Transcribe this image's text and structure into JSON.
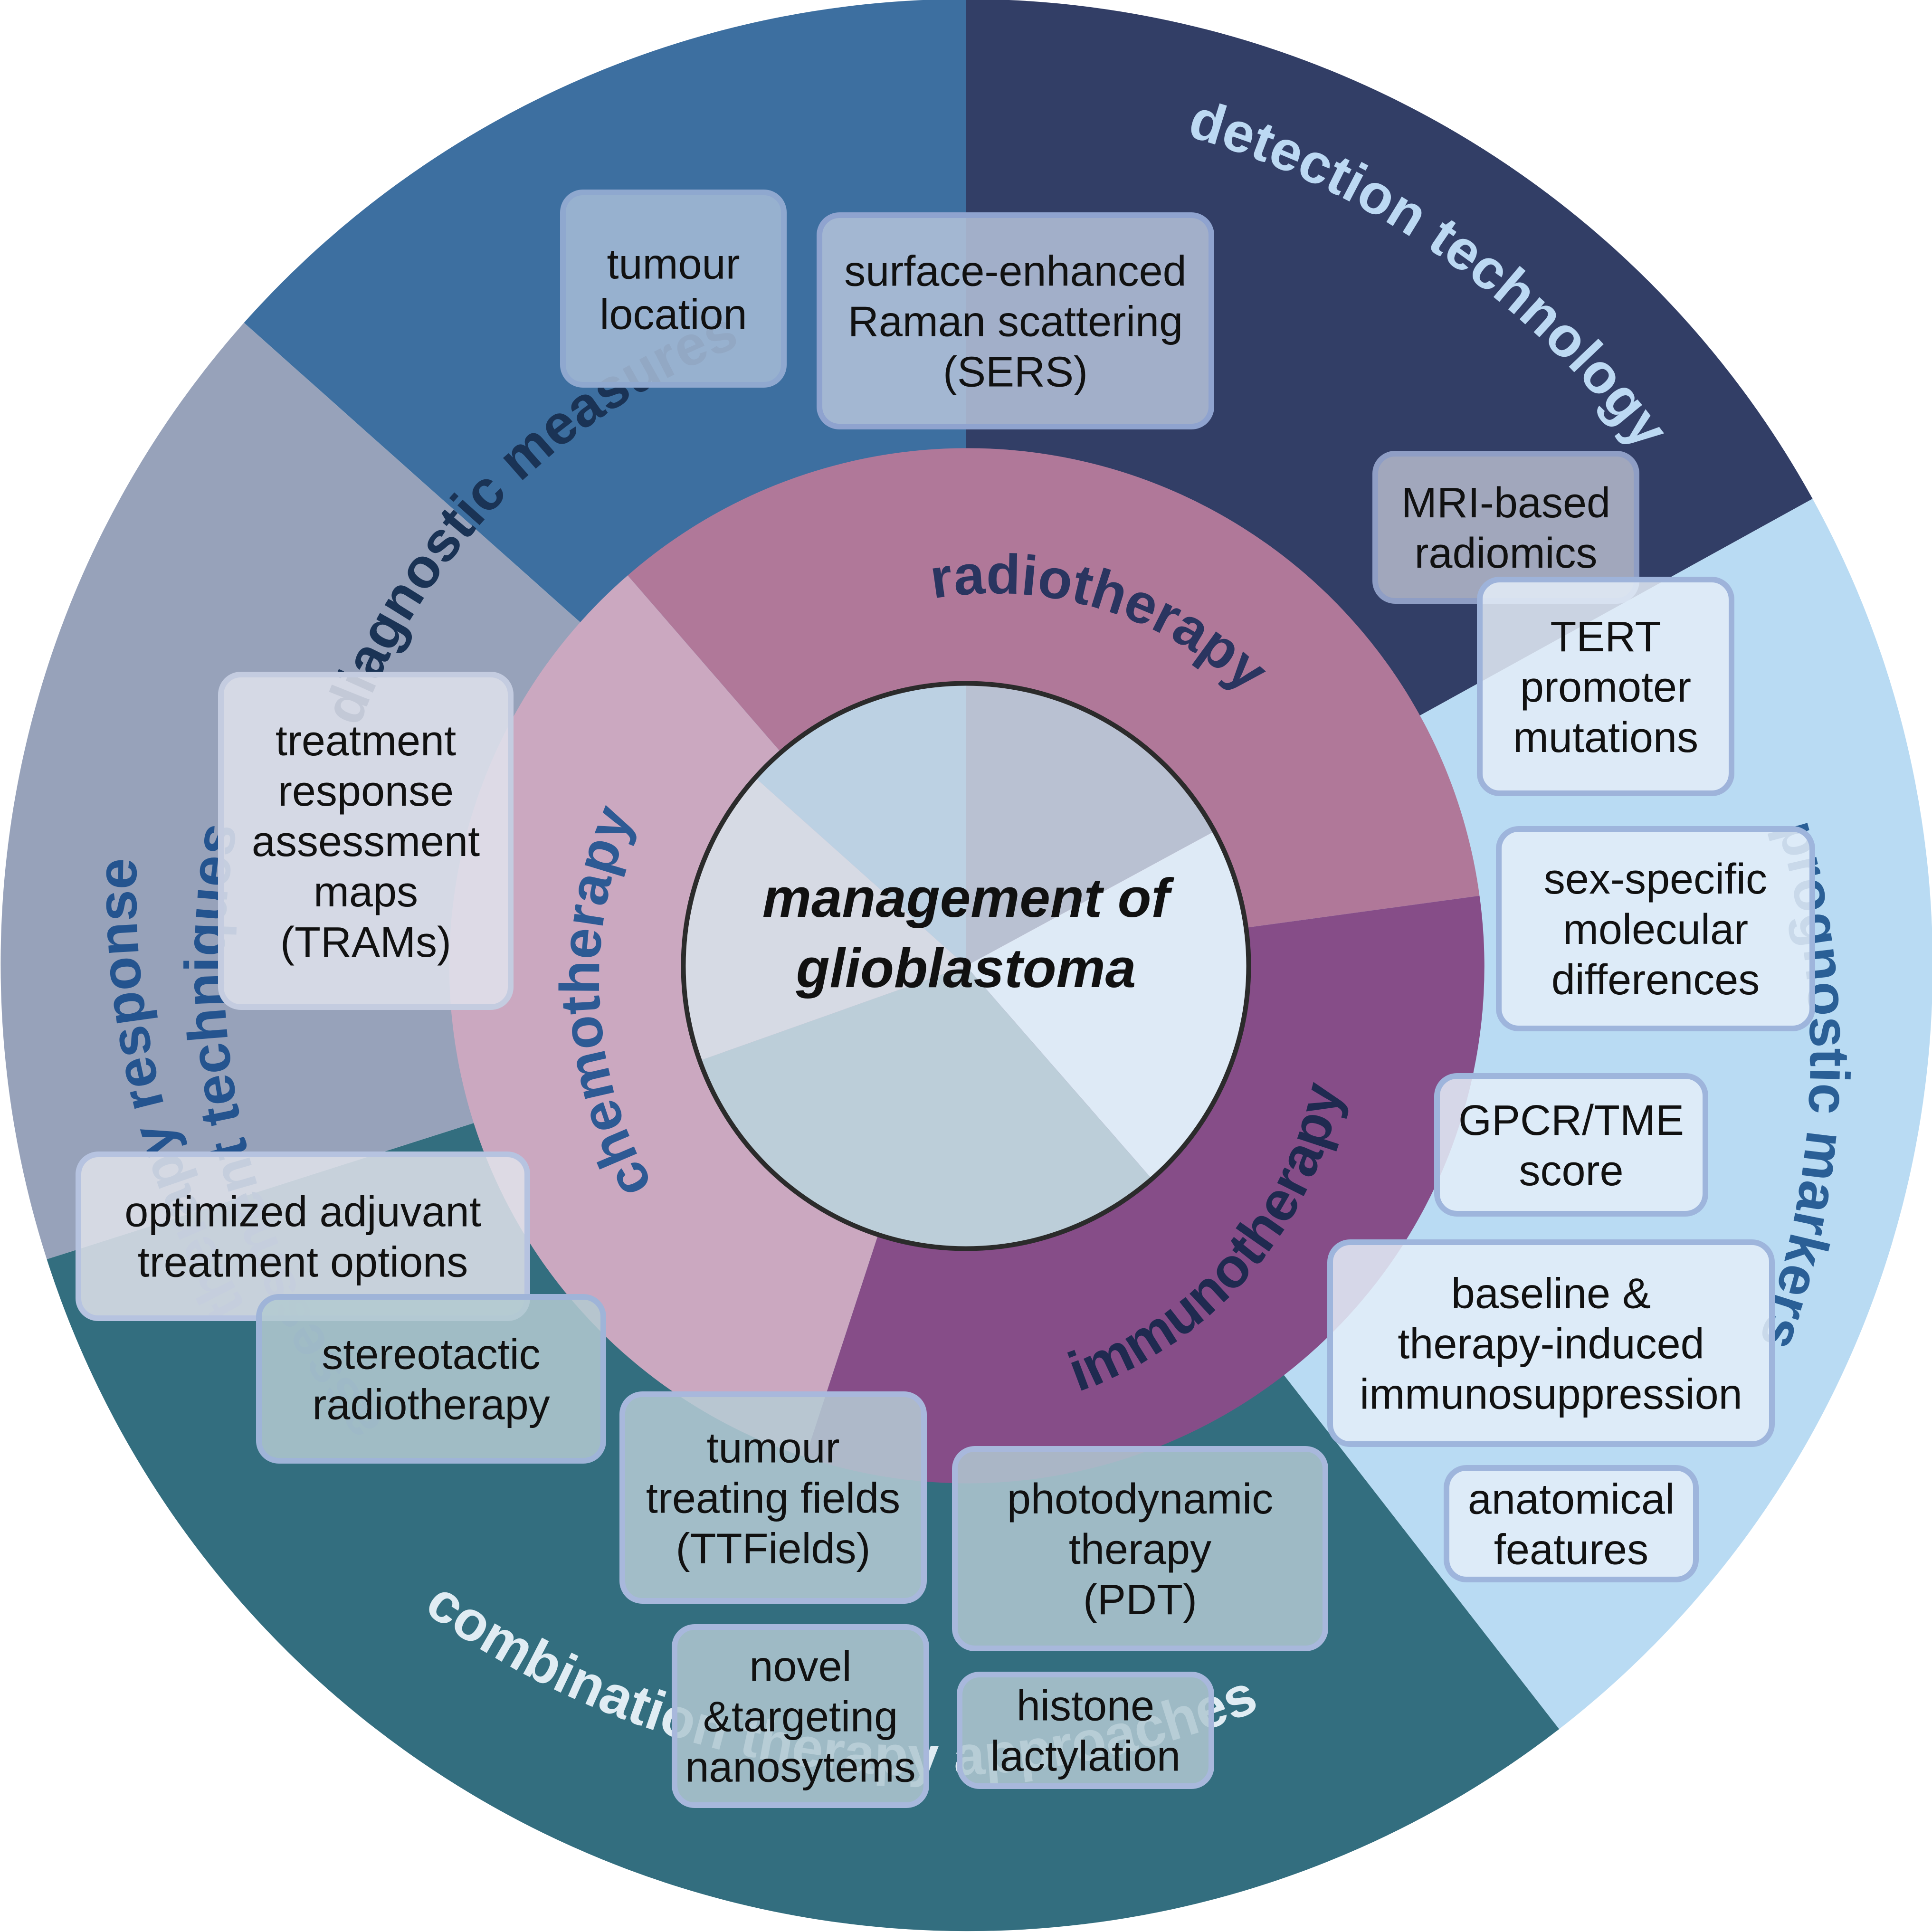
{
  "center": {
    "line1": "management of",
    "line2": "glioblastoma"
  },
  "outer_sectors": [
    {
      "id": "diagnostic",
      "label": "diagnostic measures",
      "color": "#3d6fa0",
      "text_color": "#1a3355"
    },
    {
      "id": "detection",
      "label": "detection technology",
      "color": "#323e66",
      "text_color": "#bcd9f3"
    },
    {
      "id": "prognostic",
      "label": "prognostic markers",
      "color": "#b9dbf3",
      "text_color": "#2a5f96"
    },
    {
      "id": "combination",
      "label": "combination therapy approaches",
      "color": "#336e7f",
      "text_color": "#e0ecf3"
    },
    {
      "id": "therapy-response",
      "label": "therapy response assessment techniques",
      "color": "#97a2ba",
      "text_color": "#24548f"
    }
  ],
  "inner_sectors": [
    {
      "id": "radiotherapy",
      "label": "radiotherapy",
      "color": "#b07899",
      "text_color": "#2a3560"
    },
    {
      "id": "immunotherapy",
      "label": "immunotherapy",
      "color": "#864d88",
      "text_color": "#1f2a50"
    },
    {
      "id": "chemotherapy",
      "label": "chemotherapy",
      "color": "#cba8c0",
      "text_color": "#2d5a94"
    }
  ],
  "boxes": [
    {
      "id": "tumour-location",
      "lines": [
        "tumour",
        "location"
      ]
    },
    {
      "id": "sers",
      "lines": [
        "surface-enhanced",
        "Raman scattering",
        "(SERS)"
      ]
    },
    {
      "id": "mri-radiomics",
      "lines": [
        "MRI-based",
        "radiomics"
      ]
    },
    {
      "id": "tert",
      "lines": [
        "TERT",
        "promoter",
        "mutations"
      ]
    },
    {
      "id": "sex-specific",
      "lines": [
        "sex-specific",
        "molecular",
        "differences"
      ]
    },
    {
      "id": "gpcr-tme",
      "lines": [
        "GPCR/TME",
        "score"
      ]
    },
    {
      "id": "immunosuppression",
      "lines": [
        "baseline &",
        "therapy-induced",
        "immunosuppression"
      ]
    },
    {
      "id": "anatomical",
      "lines": [
        "anatomical",
        "features"
      ]
    },
    {
      "id": "trams",
      "lines": [
        "treatment",
        "response",
        "assessment",
        "maps",
        "(TRAMs)"
      ]
    },
    {
      "id": "adjuvant",
      "lines": [
        "optimized adjuvant",
        "treatment options"
      ]
    },
    {
      "id": "stereotactic",
      "lines": [
        "stereotactic",
        "radiotherapy"
      ]
    },
    {
      "id": "ttfields",
      "lines": [
        "tumour",
        "treating fields",
        "(TTFields)"
      ]
    },
    {
      "id": "pdt",
      "lines": [
        "photodynamic",
        "therapy",
        "(PDT)"
      ]
    },
    {
      "id": "nanosystems",
      "lines": [
        "novel",
        "&targeting",
        "nanosytems"
      ]
    },
    {
      "id": "histone",
      "lines": [
        "histone",
        "lactylation"
      ]
    }
  ]
}
